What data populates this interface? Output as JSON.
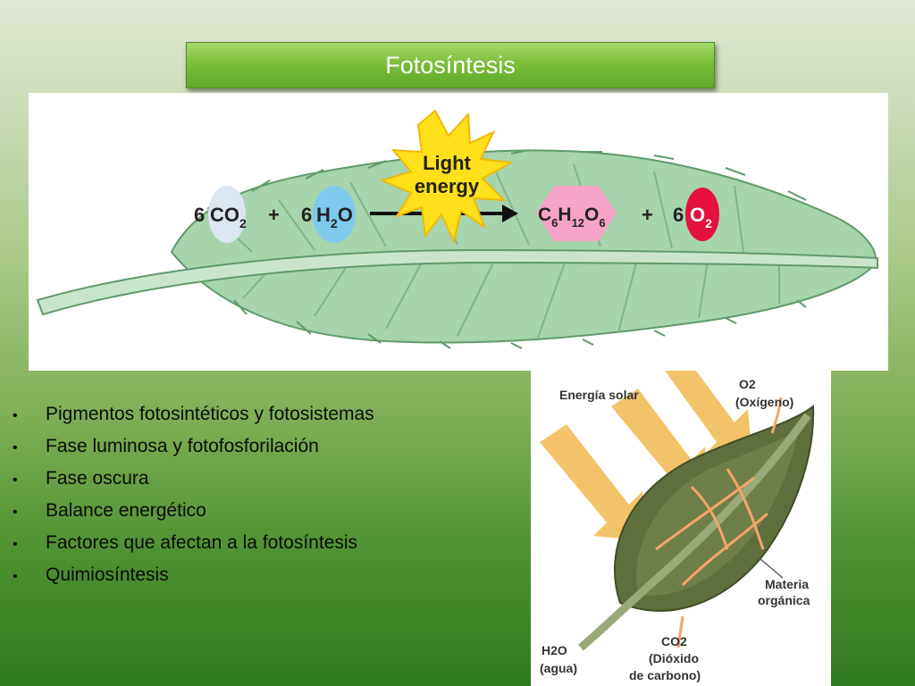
{
  "slide": {
    "title": "Fotosíntesis",
    "bullets": [
      "Pigmentos fotosintéticos y fotosistemas",
      "Fase luminosa y fotofosforilación",
      "Fase oscura",
      "Balance energético",
      "Factores que afectan a la fotosíntesis",
      "Quimiosíntesis"
    ]
  },
  "equation": {
    "co2_coef": "6",
    "co2_main": "CO",
    "co2_sub": "2",
    "plus1": "+",
    "h2o_coef": "6",
    "h2o_h": "H",
    "h2o_sub": "2",
    "h2o_o": "O",
    "light_line1": "Light",
    "light_line2": "energy",
    "glucose_c": "C",
    "glucose_c_sub": "6",
    "glucose_h": "H",
    "glucose_h_sub": "12",
    "glucose_o": "O",
    "glucose_o_sub": "6",
    "plus2": "+",
    "o2_coef": "6",
    "o2_main": "O",
    "o2_sub": "2"
  },
  "leaf_diagram": {
    "energia_solar": "Energía solar",
    "o2_line1": "O2",
    "o2_line2": "(Oxígeno)",
    "materia_line1": "Materia",
    "materia_line2": "orgánica",
    "h2o_line1": "H2O",
    "h2o_line2": "(agua)",
    "co2_line1": "CO2",
    "co2_line2": "(Dióxido",
    "co2_line3": "de carbono)"
  },
  "colors": {
    "title_bar": "#7cbf3a",
    "leaf_fill": "#a6d4ad",
    "sunburst": "#ffe01a",
    "co2_oval": "#dbe6f0",
    "h2o_oval": "#7ec9ec",
    "glucose_hex": "#f6a3c8",
    "o2_oval": "#e5103c",
    "solar_arrows": "#f3c063"
  }
}
